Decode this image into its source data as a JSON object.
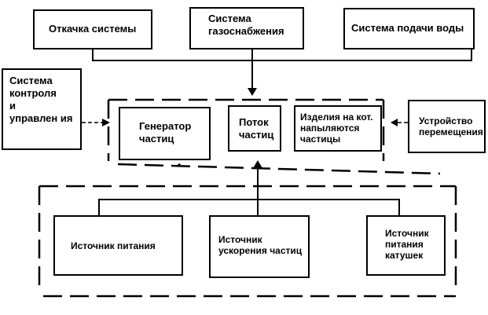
{
  "top_boxes": {
    "pumping": "Откачка системы",
    "gas_supply": "Система газоснабжения",
    "water_supply": "Система подачи воды"
  },
  "control_system": {
    "line1": "Система",
    "line2": "контроля",
    "line3": "и",
    "line4": "управлен ия"
  },
  "chamber": {
    "generator": {
      "line1": "Генератор",
      "line2": "частиц"
    },
    "flow": {
      "line1": "Поток",
      "line2": "частиц"
    },
    "products": {
      "line1": "Изделия на кот.",
      "line2": "напыляются",
      "line3": "частицы"
    }
  },
  "transport_device": {
    "line1": "Устройство",
    "line2": "перемещения"
  },
  "bottom_boxes": {
    "power_source": "Источник питания",
    "accel_source": {
      "line1": "Источник",
      "line2": "ускорения частиц"
    },
    "coil_source": {
      "line1": "Источник",
      "line2": "питания",
      "line3": "катушек"
    }
  }
}
